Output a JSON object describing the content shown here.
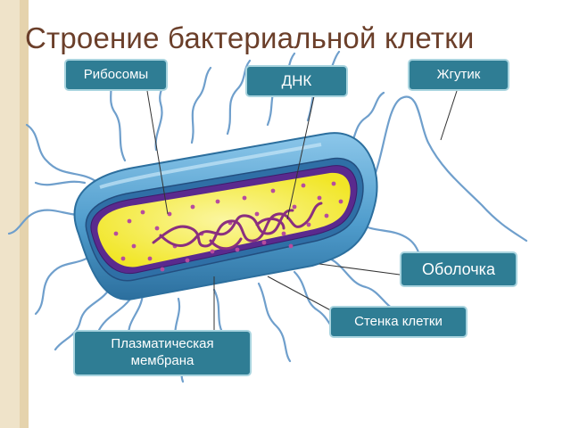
{
  "title": "Строение бактериальной клетки",
  "labels": {
    "ribosomes": "Рибосомы",
    "dna": "ДНК",
    "flagellum": "Жгутик",
    "envelope": "Оболочка",
    "cell_wall": "Стенка клетки",
    "plasma_membrane_line1": "Плазматическая",
    "plasma_membrane_line2": "мембрана"
  },
  "colors": {
    "title": "#6b3f2a",
    "label_bg": "#2f7d94",
    "cytoplasm": "#f6ef3a",
    "capsule": "#5aa8d3",
    "membrane": "#5a2a8e",
    "dna": "#8a2f7f",
    "flagella": "#6f9fcc"
  }
}
